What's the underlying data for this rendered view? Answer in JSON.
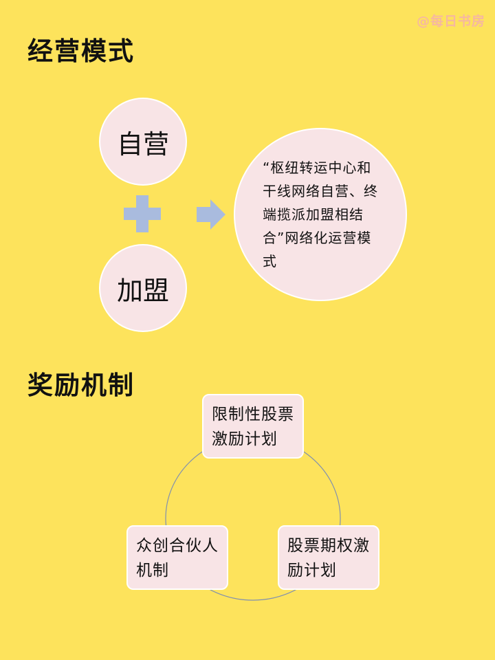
{
  "watermark": "@每日书房",
  "section1": {
    "title": "经营模式",
    "circle_a": "自营",
    "circle_b": "加盟",
    "result": "“枢纽转运中心和干线网络自营、终端揽派加盟相结合”网络化运营模式"
  },
  "section2": {
    "title": "奖励机制",
    "box_top": "限制性股票激励计划",
    "box_left": "众创合伙人机制",
    "box_right": "股票期权激励计划"
  },
  "colors": {
    "background": "#fde35c",
    "node_fill": "#f8e4e6",
    "symbol_blue": "#a9bbde",
    "ring_line": "#7f8fb0"
  }
}
